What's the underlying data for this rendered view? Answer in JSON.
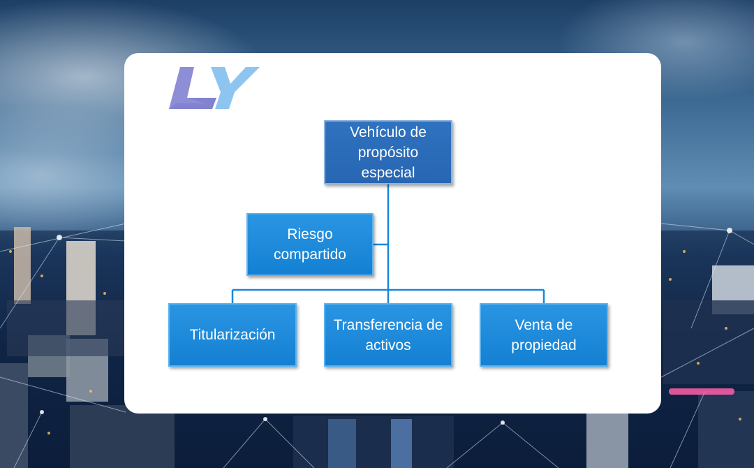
{
  "diagram": {
    "root": {
      "label": "Vehículo de\npropósito\nespecial"
    },
    "side": {
      "label": "Riesgo\ncompartido"
    },
    "children": [
      {
        "label": "Titularización"
      },
      {
        "label": "Transferencia de\nactivos"
      },
      {
        "label": "Venta de\npropiedad"
      }
    ]
  },
  "colors": {
    "node_fill": "#1a86d8",
    "root_fill": "#2a6cb8",
    "connector": "#1a86d8",
    "logo_l": "#8e8ed6",
    "logo_y": "#8ec5f0"
  },
  "logo": {
    "icon": "ly-logo-icon"
  }
}
